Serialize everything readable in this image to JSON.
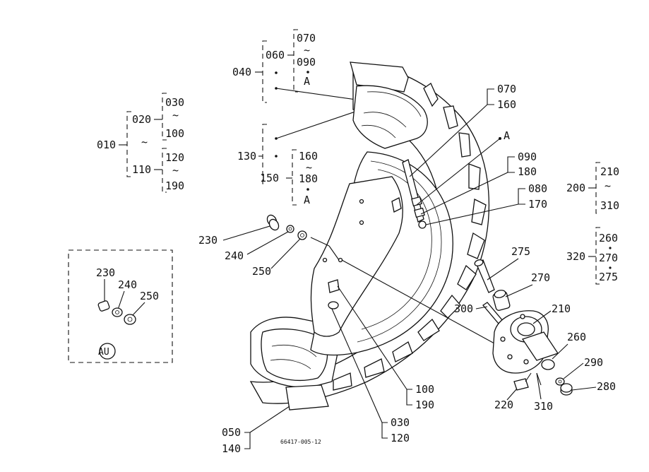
{
  "drawing_code": "66417-005-12",
  "callouts": {
    "c010": "010",
    "c020": "020",
    "c030a": "030",
    "c100a": "100",
    "c110": "110",
    "c120a": "120",
    "c190a": "190",
    "c040": "040",
    "c060": "060",
    "c070a": "070",
    "c090a": "090",
    "cA1": "A",
    "c130": "130",
    "c150": "150",
    "c160a": "160",
    "c180a": "180",
    "cA2": "A",
    "c070b": "070",
    "c160b": "160",
    "cA3": "A",
    "c090b": "090",
    "c180b": "180",
    "c080": "080",
    "c170": "170",
    "c200": "200",
    "c210a": "210",
    "c310a": "310",
    "c320": "320",
    "c260a": "260",
    "c270a": "270",
    "c275a": "275",
    "c230": "230",
    "c240": "240",
    "c250": "250",
    "c275b": "275",
    "c270b": "270",
    "c300": "300",
    "c210b": "210",
    "c260b": "260",
    "c290": "290",
    "c280": "280",
    "c220": "220",
    "c310b": "310",
    "c100b": "100",
    "c190b": "190",
    "c030b": "030",
    "c120b": "120",
    "c050": "050",
    "c140": "140",
    "au_230": "230",
    "au_240": "240",
    "au_250": "250",
    "au_badge": "AU"
  }
}
